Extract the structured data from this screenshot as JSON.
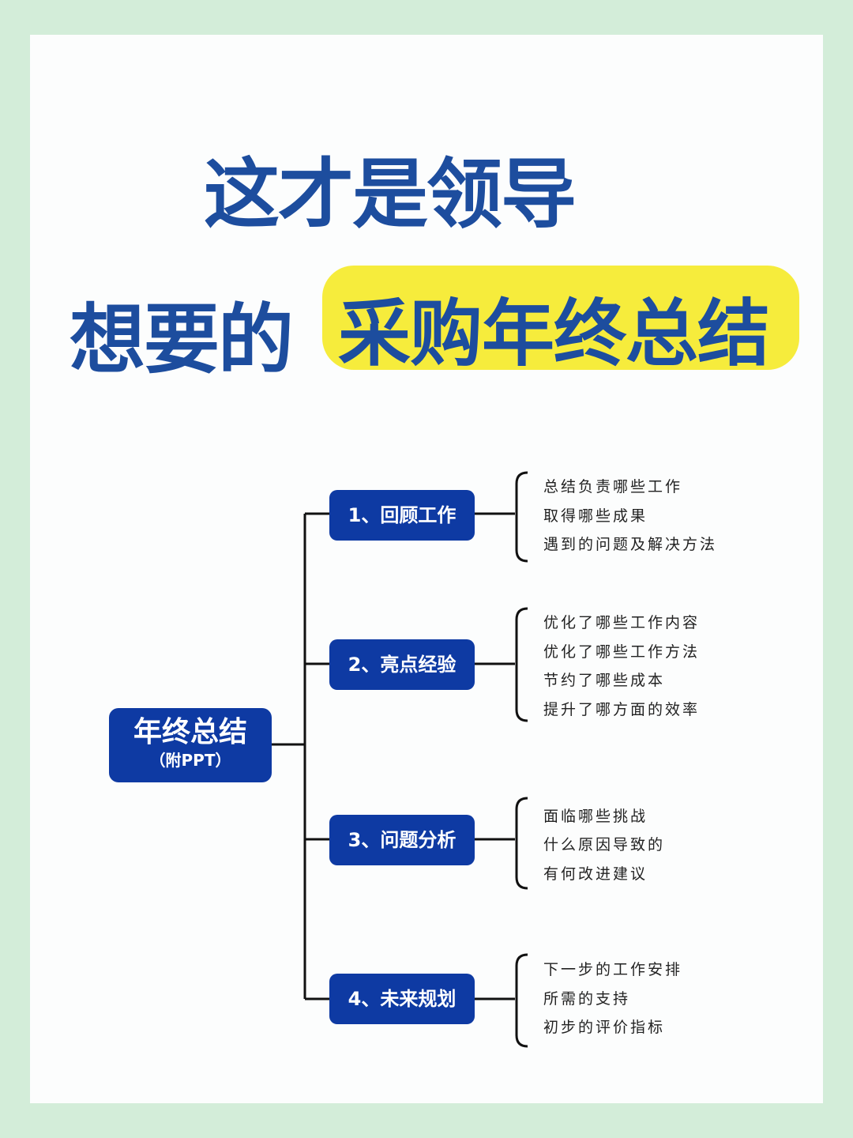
{
  "colors": {
    "background": "#d3edd9",
    "card": "#fcfdfd",
    "title": "#1d4d9e",
    "highlight": "#f6ec3c",
    "node": "#0e3aa3",
    "line": "#111111"
  },
  "title": {
    "line1": "这才是领导",
    "line2_plain": "想要的",
    "line2_highlight": "采购年终总结"
  },
  "root": {
    "label": "年终总结",
    "sublabel": "（附PPT）"
  },
  "branches": [
    {
      "label": "1、回顾工作",
      "items": [
        "总结负责哪些工作",
        "取得哪些成果",
        "遇到的问题及解决方法"
      ]
    },
    {
      "label": "2、亮点经验",
      "items": [
        "优化了哪些工作内容",
        "优化了哪些工作方法",
        "节约了哪些成本",
        "提升了哪方面的效率"
      ]
    },
    {
      "label": "3、问题分析",
      "items": [
        "面临哪些挑战",
        "什么原因导致的",
        "有何改进建议"
      ]
    },
    {
      "label": "4、未来规划",
      "items": [
        "下一步的工作安排",
        "所需的支持",
        "初步的评价指标"
      ]
    }
  ]
}
